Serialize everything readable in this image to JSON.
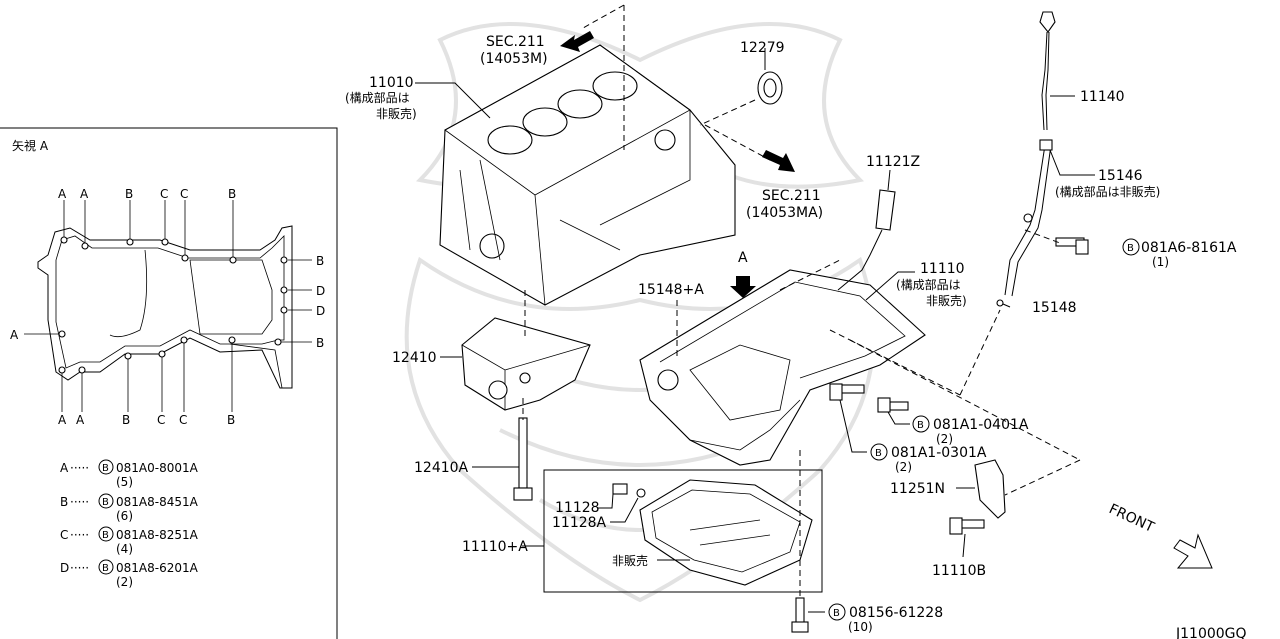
{
  "view_a": {
    "title": "矢視 A",
    "top_letters": [
      "A",
      "A",
      "B",
      "C",
      "C",
      "B"
    ],
    "bottom_letters": [
      "A",
      "A",
      "B",
      "C",
      "C",
      "B"
    ],
    "left_letter": "A",
    "right_letters": [
      "B",
      "D",
      "D",
      "B"
    ],
    "legend": [
      {
        "key": "A",
        "dots": "·····",
        "part": "081A0-8001A",
        "qty": "(5)"
      },
      {
        "key": "B",
        "dots": "·····",
        "part": "081A8-8451A",
        "qty": "(6)"
      },
      {
        "key": "C",
        "dots": "·····",
        "part": "081A8-8251A",
        "qty": "(4)"
      },
      {
        "key": "D",
        "dots": "·····",
        "part": "081A8-6201A",
        "qty": "(2)"
      }
    ]
  },
  "labels": {
    "sec211_top": "SEC.211",
    "sec211_top_sub": "(14053M)",
    "sec211_right": "SEC.211",
    "sec211_right_sub": "(14053MA)",
    "p11010": "11010",
    "p11010_note1": "(構成部品は",
    "p11010_note2": "非販売)",
    "p12279": "12279",
    "p11140": "11140",
    "p15146": "15146",
    "p15146_note": "(構成部品は非販売)",
    "p11121z": "11121Z",
    "p081a6": "081A6-8161A",
    "p081a6_qty": "(1)",
    "p15148": "15148",
    "p11110": "11110",
    "p11110_note1": "(構成部品は",
    "p11110_note2": "非販売)",
    "p15148a": "15148+A",
    "arrow_a": "A",
    "p12410": "12410",
    "p12410a": "12410A",
    "p081a1_0401": "081A1-0401A",
    "p081a1_0401_qty": "(2)",
    "p081a1_0301": "081A1-0301A",
    "p081a1_0301_qty": "(2)",
    "p11251n": "11251N",
    "p11128": "11128",
    "p11128a": "11128A",
    "p11110a": "11110+A",
    "not_sold": "非販売",
    "p11110b": "11110B",
    "front": "FRONT",
    "p08156": "08156-61228",
    "p08156_qty": "(10)",
    "diagram_code": "J11000GQ",
    "bolt_mark": "B"
  }
}
